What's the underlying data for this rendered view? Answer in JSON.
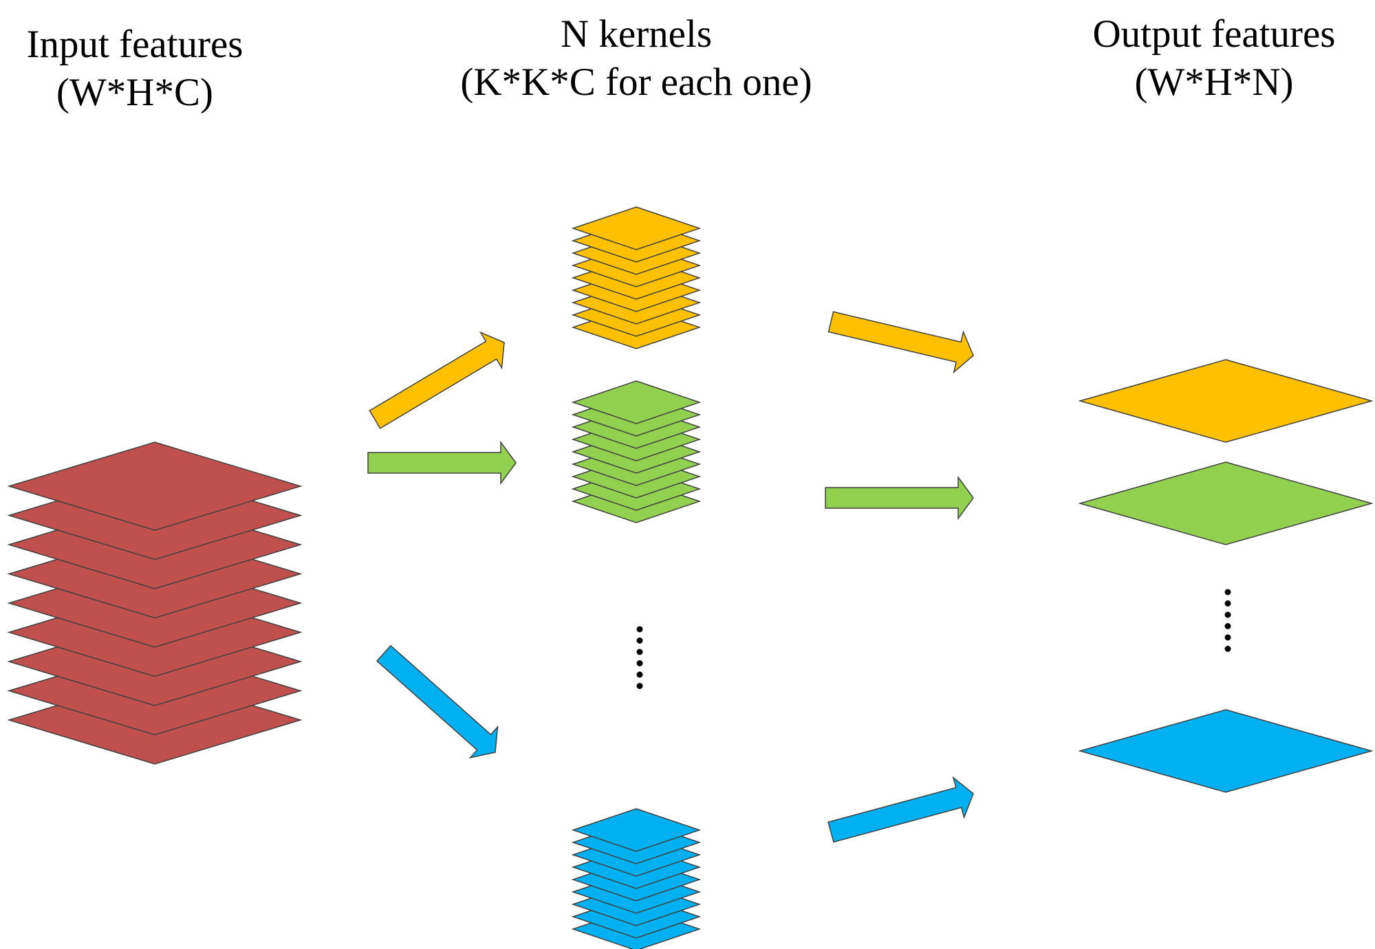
{
  "titles": {
    "input": {
      "line1": "Input features",
      "line2": "(W*H*C)"
    },
    "kernels": {
      "line1": "N kernels",
      "line2": "(K*K*C for each one)"
    },
    "output": {
      "line1": "Output features",
      "line2": "(W*H*N)"
    }
  },
  "colors": {
    "input": "#C0504D",
    "first": "#FFC000",
    "second": "#92D050",
    "last": "#00B0F0",
    "outline": "#404040",
    "ellipsis": "#000000"
  },
  "stacks": {
    "input_layers": 9,
    "kernel_layers": 9,
    "kernel_stacks": [
      "first",
      "second",
      "last"
    ],
    "output_maps": [
      "first",
      "second",
      "last"
    ]
  }
}
